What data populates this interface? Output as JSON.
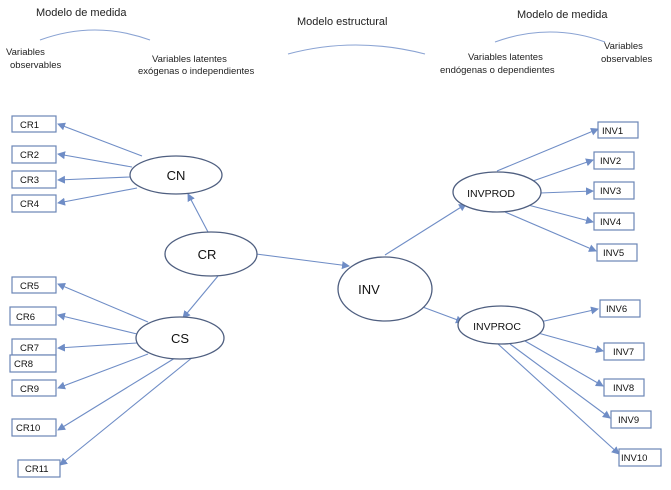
{
  "headers": {
    "left": "Modelo de medida",
    "center": "Modelo estructural",
    "right": "Modelo de medida"
  },
  "subheaders": {
    "left_observed": [
      "Variables",
      "observables"
    ],
    "left_latent": [
      "Variables latentes",
      "exógenas o independientes"
    ],
    "right_latent": [
      "Variables latentes",
      "endógenas   o dependientes"
    ],
    "right_observed": [
      "Variables",
      "observables"
    ]
  },
  "latent": {
    "cn": "CN",
    "cs": "CS",
    "cr": "CR",
    "inv": "INV",
    "invprod": "INVPROD",
    "invproc": "INVPROC"
  },
  "indicators": {
    "cr1": "CR1",
    "cr2": "CR2",
    "cr3": "CR3",
    "cr4": "CR4",
    "cr5": "CR5",
    "cr6": "CR6",
    "cr7": "CR7",
    "cr8": "CR8",
    "cr9": "CR9",
    "cr10": "CR10",
    "cr11": "CR11",
    "inv1": "INV1",
    "inv2": "INV2",
    "inv3": "INV3",
    "inv4": "INV4",
    "inv5": "INV5",
    "inv6": "INV6",
    "inv7": "INV7",
    "inv8": "INV8",
    "inv9": "INV9",
    "inv10": "INV10"
  },
  "colors": {
    "arrow": "#6f8dc6",
    "box_border": "#6b86b6",
    "ellipse_border": "#4f5f80"
  }
}
